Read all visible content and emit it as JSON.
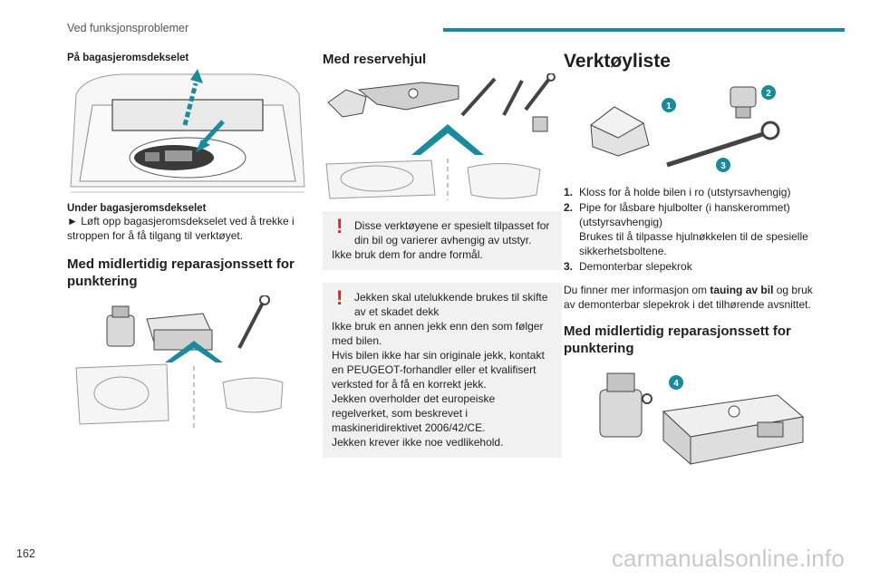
{
  "header": {
    "title": "Ved funksjonsproblemer",
    "accent_color": "#1b8a9a"
  },
  "page_number": "162",
  "watermark": "carmanualsonline.info",
  "col1": {
    "caption_top": "På bagasjeromsdekselet",
    "caption_under": "Under bagasjeromsdekselet",
    "instruction": "► Løft opp bagasjeromsdekselet ved å trekke i stroppen for å få tilgang til verktøyet.",
    "heading": "Med midlertidig reparasjonssett for punktering"
  },
  "col2": {
    "heading": "Med reservehjul",
    "warning1_line1": "Disse verktøyene er spesielt tilpasset for din bil og varierer avhengig av utstyr.",
    "warning1_line2": "Ikke bruk dem for andre formål.",
    "warning2_line1": "Jekken skal utelukkende brukes til skifte av et skadet dekk",
    "warning2_line2": "Ikke bruk en annen jekk enn den som følger med bilen.",
    "warning2_line3": "Hvis bilen ikke har sin originale jekk, kontakt en PEUGEOT-forhandler eller et kvalifisert verksted for å få en korrekt jekk.",
    "warning2_line4": "Jekken overholder det europeiske regelverket, som beskrevet i maskineridirektivet 2006/42/CE.",
    "warning2_line5": "Jekken krever ikke noe vedlikehold.",
    "warning_color": "#e0211d"
  },
  "col3": {
    "heading": "Verktøyliste",
    "badges": [
      "1",
      "2",
      "3",
      "4"
    ],
    "items": [
      {
        "num": "1.",
        "text": "Kloss for å holde bilen i ro (utstyrsavhengig)",
        "note": ""
      },
      {
        "num": "2.",
        "text": "Pipe for låsbare hjulbolter (i hanskerommet) (utstyrsavhengig)",
        "note": "Brukes til å tilpasse hjulnøkkelen til de spesielle sikkerhetsboltene."
      },
      {
        "num": "3.",
        "text": "Demonterbar slepekrok",
        "note": ""
      }
    ],
    "info_pre": "Du finner mer informasjon om ",
    "info_bold": "tauing av bil",
    "info_post": " og bruk av demonterbar slepekrok i det tilhørende avsnittet.",
    "heading2": "Med midlertidig reparasjonssett for punktering"
  }
}
